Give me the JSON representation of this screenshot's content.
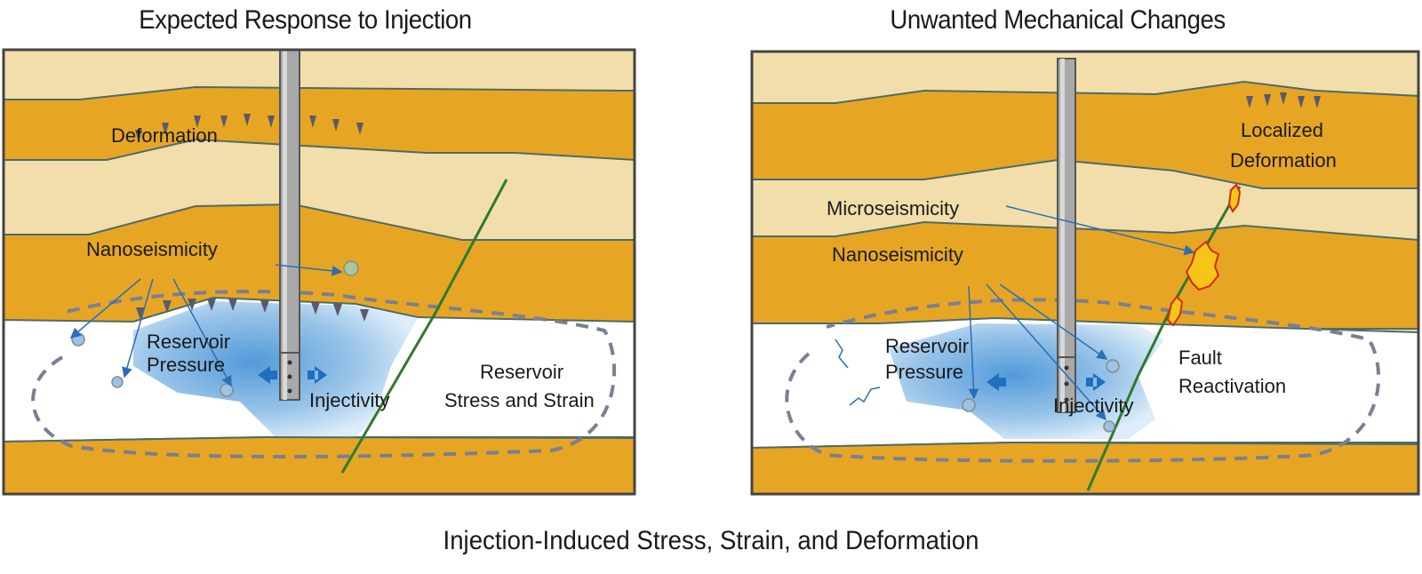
{
  "figure": {
    "caption": "Injection-Induced Stress, Strain, and Deformation",
    "colors": {
      "light_layer": "#f2deaa",
      "dark_layer": "#e6a624",
      "reservoir": "#ffffff",
      "pressure_plume": "#7fb0dc",
      "fault": "#2e7a2e",
      "boundary_dash": "#7a7f94",
      "arrow": "#1f6fbf",
      "flare_fill": "#f5c518",
      "flare_edge": "#d42a10",
      "well": "#a9a9a9"
    }
  },
  "panels": [
    {
      "title": "Expected Response to Injection",
      "labels": {
        "deformation": "Deformation",
        "nanoseismicity": "Nanoseismicity",
        "reservoir_pressure_1": "Reservoir",
        "reservoir_pressure_2": "Pressure",
        "injectivity": "Injectivity",
        "stress_strain_1": "Reservoir",
        "stress_strain_2": "Stress and Strain"
      }
    },
    {
      "title": "Unwanted Mechanical Changes",
      "labels": {
        "localized_1": "Localized",
        "localized_2": "Deformation",
        "microseismicity": "Microseismicity",
        "nanoseismicity": "Nanoseismicity",
        "reservoir_pressure_1": "Reservoir",
        "reservoir_pressure_2": "Pressure",
        "injectivity": "Injectivity",
        "fault_1": "Fault",
        "fault_2": "Reactivation"
      }
    }
  ]
}
